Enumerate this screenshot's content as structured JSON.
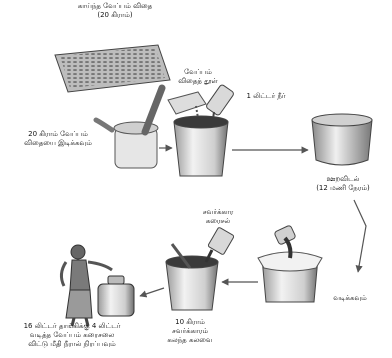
{
  "labels": {
    "dried_seed": [
      "காய்ந்த வேப்பம் விதை",
      "(20 கிராம்)"
    ],
    "crush_seed": [
      "20 கிராம் வேப்பம்",
      "விதையை இடிக்கவும்"
    ],
    "seed_powder": [
      "வேப்பம்",
      "விதைத் தூள்"
    ],
    "water": [
      "1 லிட்டர் நீர்"
    ],
    "soak": [
      "ஊறவிடல்",
      "(12 மணி நேரம்)"
    ],
    "filter": [
      "வடிக்கவும்"
    ],
    "soap_solution": [
      "சவர்க்கார",
      "கரைசல்"
    ],
    "mix_soap": [
      "10 கிராம்",
      "சவர்க்காரம்",
      "கலந்த கலவை"
    ],
    "final": [
      "16 லிட்டர் தாங்கிக்கு 4 லிட்டர்",
      "வடித்த வேப்பம் கரைசலை",
      "விட்டு மீதி நீரால் நிரப்பவும்"
    ]
  },
  "colors": {
    "ink": "#111111",
    "bucket_fill": "#e8e8e8",
    "bucket_dark": "#5a5a5a",
    "liquid": "#2e2e2e",
    "arrow": "#555555"
  }
}
